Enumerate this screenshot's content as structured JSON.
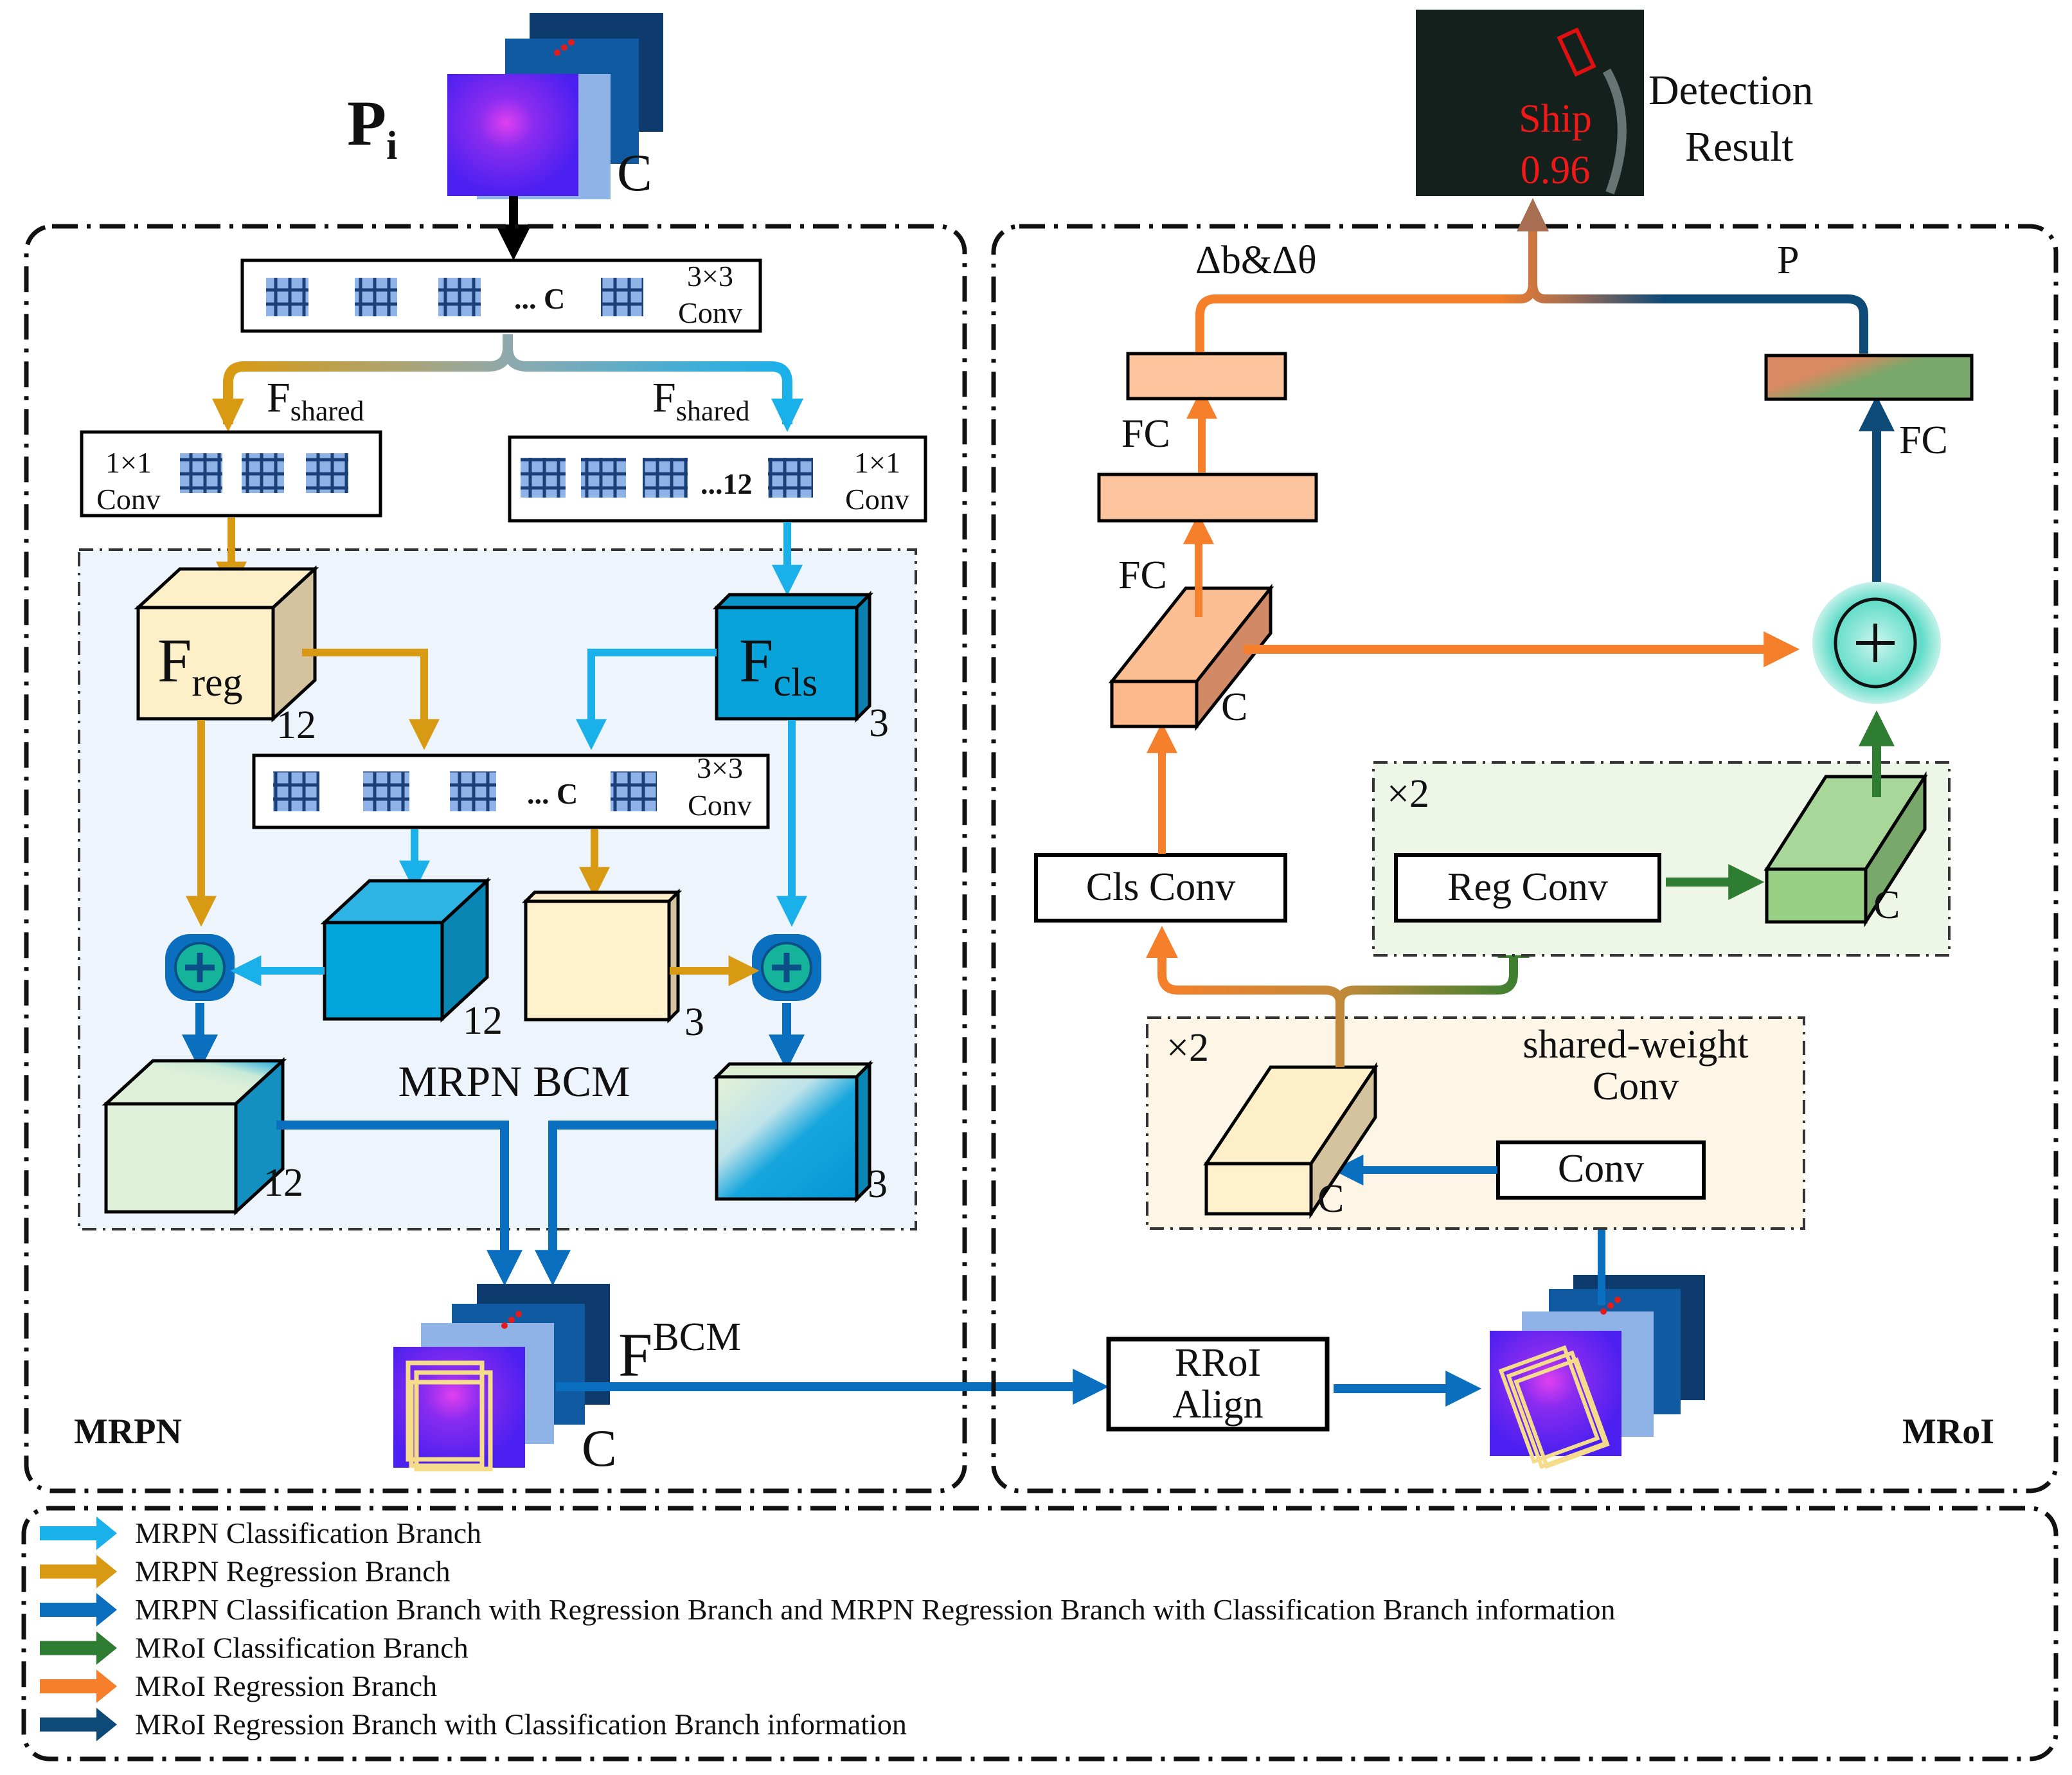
{
  "input": {
    "label": "P",
    "subscript": "i",
    "channels": "C"
  },
  "detection": {
    "title_line1": "Detection",
    "title_line2": "Result",
    "class_label": "Ship",
    "score": "0.96"
  },
  "mrpn": {
    "section_label": "MRPN",
    "conv3x3_top": {
      "dots": "... C",
      "size": "3×3",
      "name": "Conv"
    },
    "shared_left": {
      "main": "F",
      "sub": "shared"
    },
    "shared_right": {
      "main": "F",
      "sub": "shared"
    },
    "conv1x1_left": {
      "size": "1×1",
      "name": "Conv"
    },
    "conv1x1_right": {
      "dots": "...12",
      "size": "1×1",
      "name": "Conv"
    },
    "bcm": {
      "label": "MRPN BCM",
      "freg": {
        "main": "F",
        "sub": "reg",
        "dim": "12"
      },
      "fcls": {
        "main": "F",
        "sub": "cls",
        "dim": "3"
      },
      "conv3x3_mid": {
        "dots": "... C",
        "size": "3×3",
        "name": "Conv"
      },
      "cube_blue_dim": "12",
      "cube_cream_dim": "3",
      "out_left_dim": "12",
      "out_right_dim": "3"
    },
    "fbcm": {
      "main": "F",
      "sup": "BCM",
      "channels": "C"
    }
  },
  "mroi": {
    "section_label": "MRoI",
    "rroi_align": {
      "line1": "RRoI",
      "line2": "Align"
    },
    "shared_weight": {
      "repeat": "×2",
      "line1": "shared-weight",
      "line2": "Conv",
      "conv": "Conv",
      "dim": "C"
    },
    "cls_conv": "Cls Conv",
    "reg_block": {
      "repeat": "×2",
      "reg_conv": "Reg Conv",
      "dim": "C"
    },
    "cls_feature_dim": "C",
    "fc_labels": [
      "FC",
      "FC",
      "FC"
    ],
    "outputs": {
      "regression": "Δb&Δθ",
      "classification": "P"
    }
  },
  "legend": {
    "items": [
      {
        "label": "MRPN Classification Branch",
        "color": "#1ab0ea"
      },
      {
        "label": "MRPN Regression Branch",
        "color": "#d89a12"
      },
      {
        "label": "MRPN Classification Branch with Regression Branch  and MRPN Regression Branch with Classification Branch information",
        "color": "#0a6fbf"
      },
      {
        "label": "MRoI Classification Branch",
        "color": "#2e7d32"
      },
      {
        "label": "MRoI Regression Branch",
        "color": "#f57f2a"
      },
      {
        "label": "MRoI Regression Branch with Classification Branch information",
        "color": "#0d4a78"
      }
    ]
  },
  "colors": {
    "mrpn_cls": "#1ab0ea",
    "mrpn_reg": "#d89a12",
    "mrpn_mix": "#0a6fbf",
    "mroi_cls": "#2e7d32",
    "mroi_reg": "#f57f2a",
    "mroi_mix": "#0d4a78"
  }
}
